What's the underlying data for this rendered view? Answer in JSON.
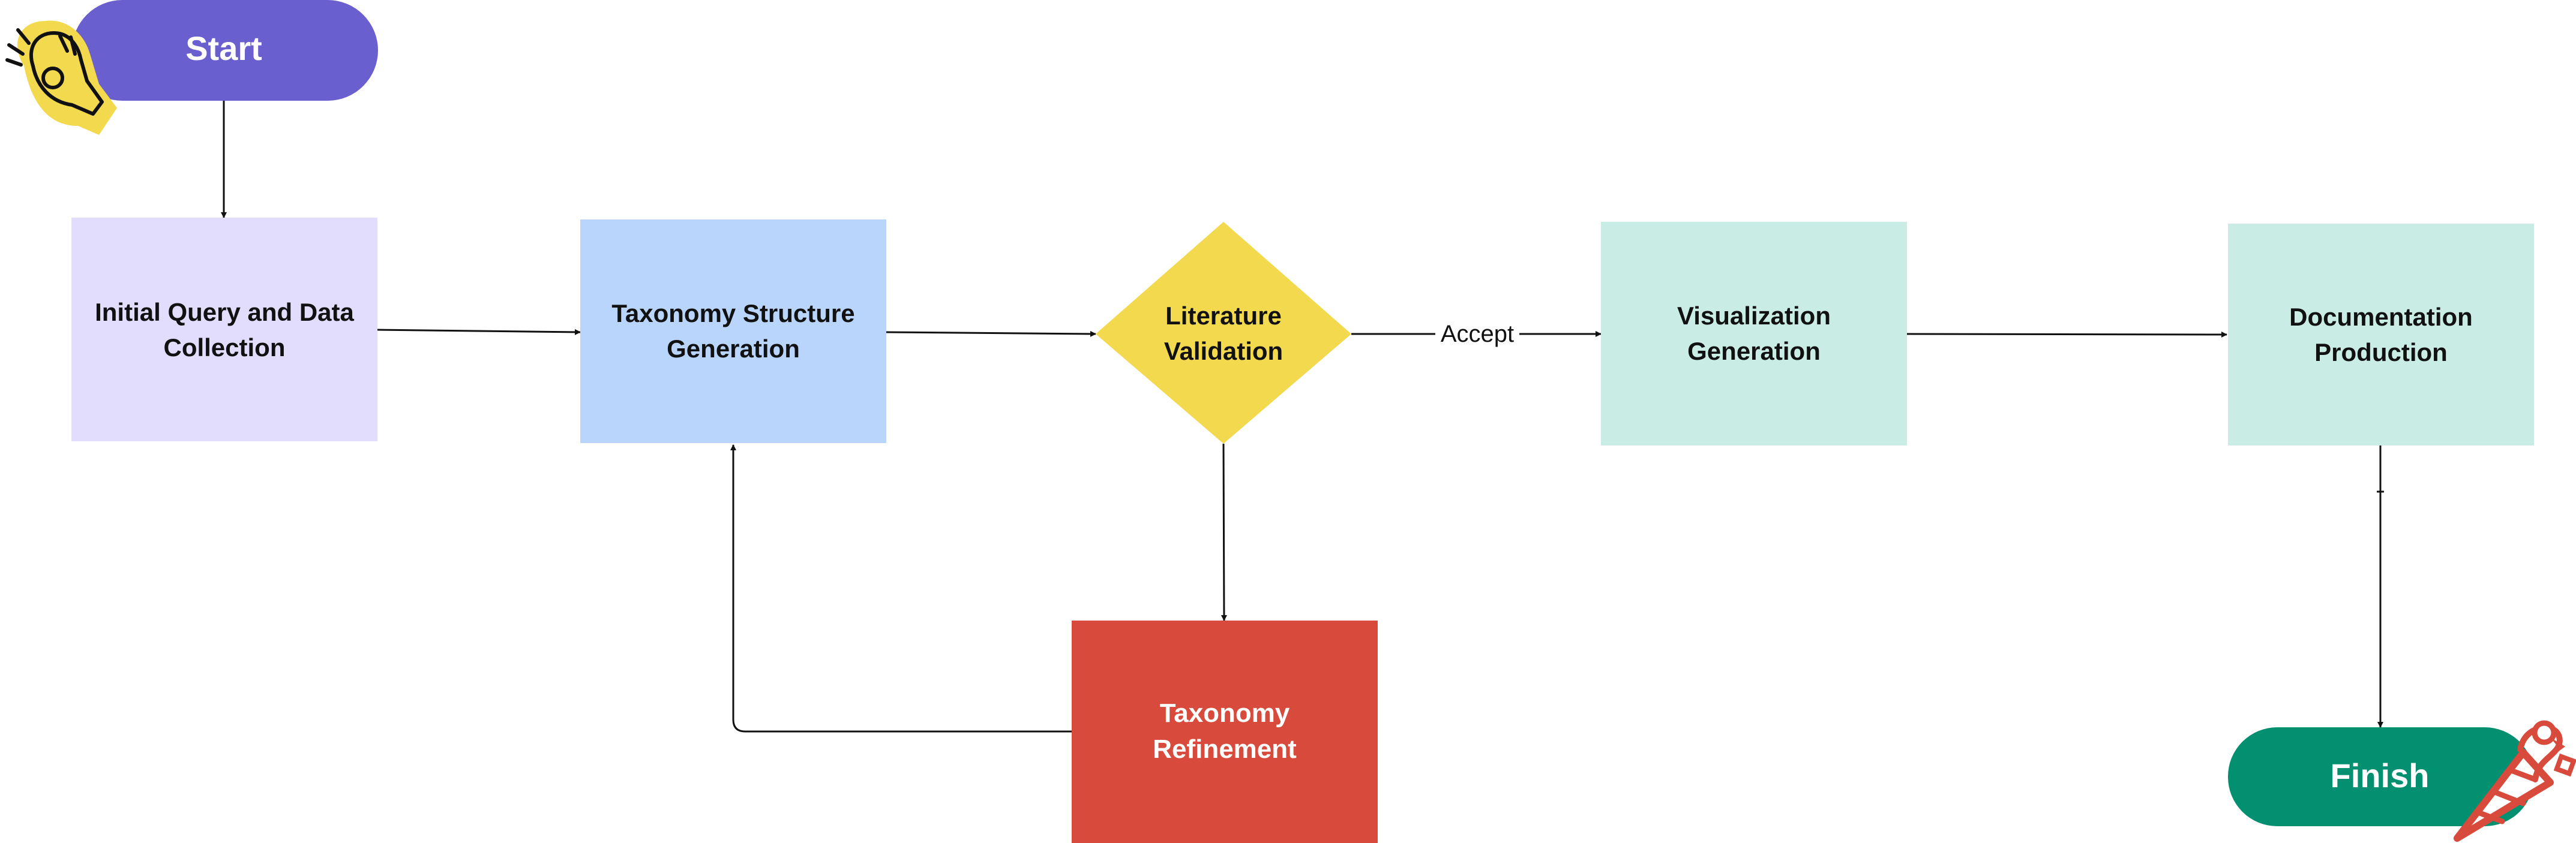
{
  "nodes": {
    "start": {
      "label": "Start",
      "color": "#6a5fcf",
      "text_color": "#ffffff",
      "shape": "pill"
    },
    "initial_query": {
      "line1": "Initial Query and Data",
      "line2": "Collection",
      "color": "#e2dcfd",
      "shape": "rectangle"
    },
    "taxonomy_structure": {
      "line1": "Taxonomy Structure",
      "line2": "Generation",
      "color": "#b9d5fb",
      "shape": "rectangle"
    },
    "literature_validation": {
      "line1": "Literature",
      "line2": "Validation",
      "color": "#f2d94e",
      "shape": "diamond"
    },
    "visualization": {
      "line1": "Visualization",
      "line2": "Generation",
      "color": "#c9ede4",
      "shape": "rectangle"
    },
    "documentation": {
      "line1": "Documentation",
      "line2": "Production",
      "color": "#c9ede4",
      "shape": "rectangle"
    },
    "taxonomy_refinement": {
      "line1": "Taxonomy",
      "line2": "Refinement",
      "color": "#d84a3b",
      "text_color": "#ffffff",
      "shape": "rectangle"
    },
    "finish": {
      "label": "Finish",
      "color": "#029070",
      "text_color": "#ffffff",
      "shape": "pill"
    }
  },
  "edges": [
    {
      "from": "start",
      "to": "initial_query",
      "label": ""
    },
    {
      "from": "initial_query",
      "to": "taxonomy_structure",
      "label": ""
    },
    {
      "from": "taxonomy_structure",
      "to": "literature_validation",
      "label": ""
    },
    {
      "from": "literature_validation",
      "to": "visualization",
      "label": "Accept"
    },
    {
      "from": "literature_validation",
      "to": "taxonomy_refinement",
      "label": ""
    },
    {
      "from": "taxonomy_refinement",
      "to": "taxonomy_structure",
      "label": ""
    },
    {
      "from": "visualization",
      "to": "documentation",
      "label": ""
    },
    {
      "from": "documentation",
      "to": "finish",
      "label": ""
    }
  ],
  "decorations": {
    "start_sticker": {
      "icon": "ok-hand-icon",
      "color": "#f2d94e",
      "outline": "#111111"
    },
    "finish_sticker": {
      "icon": "party-popper-icon",
      "color": "#d84a3b"
    }
  }
}
